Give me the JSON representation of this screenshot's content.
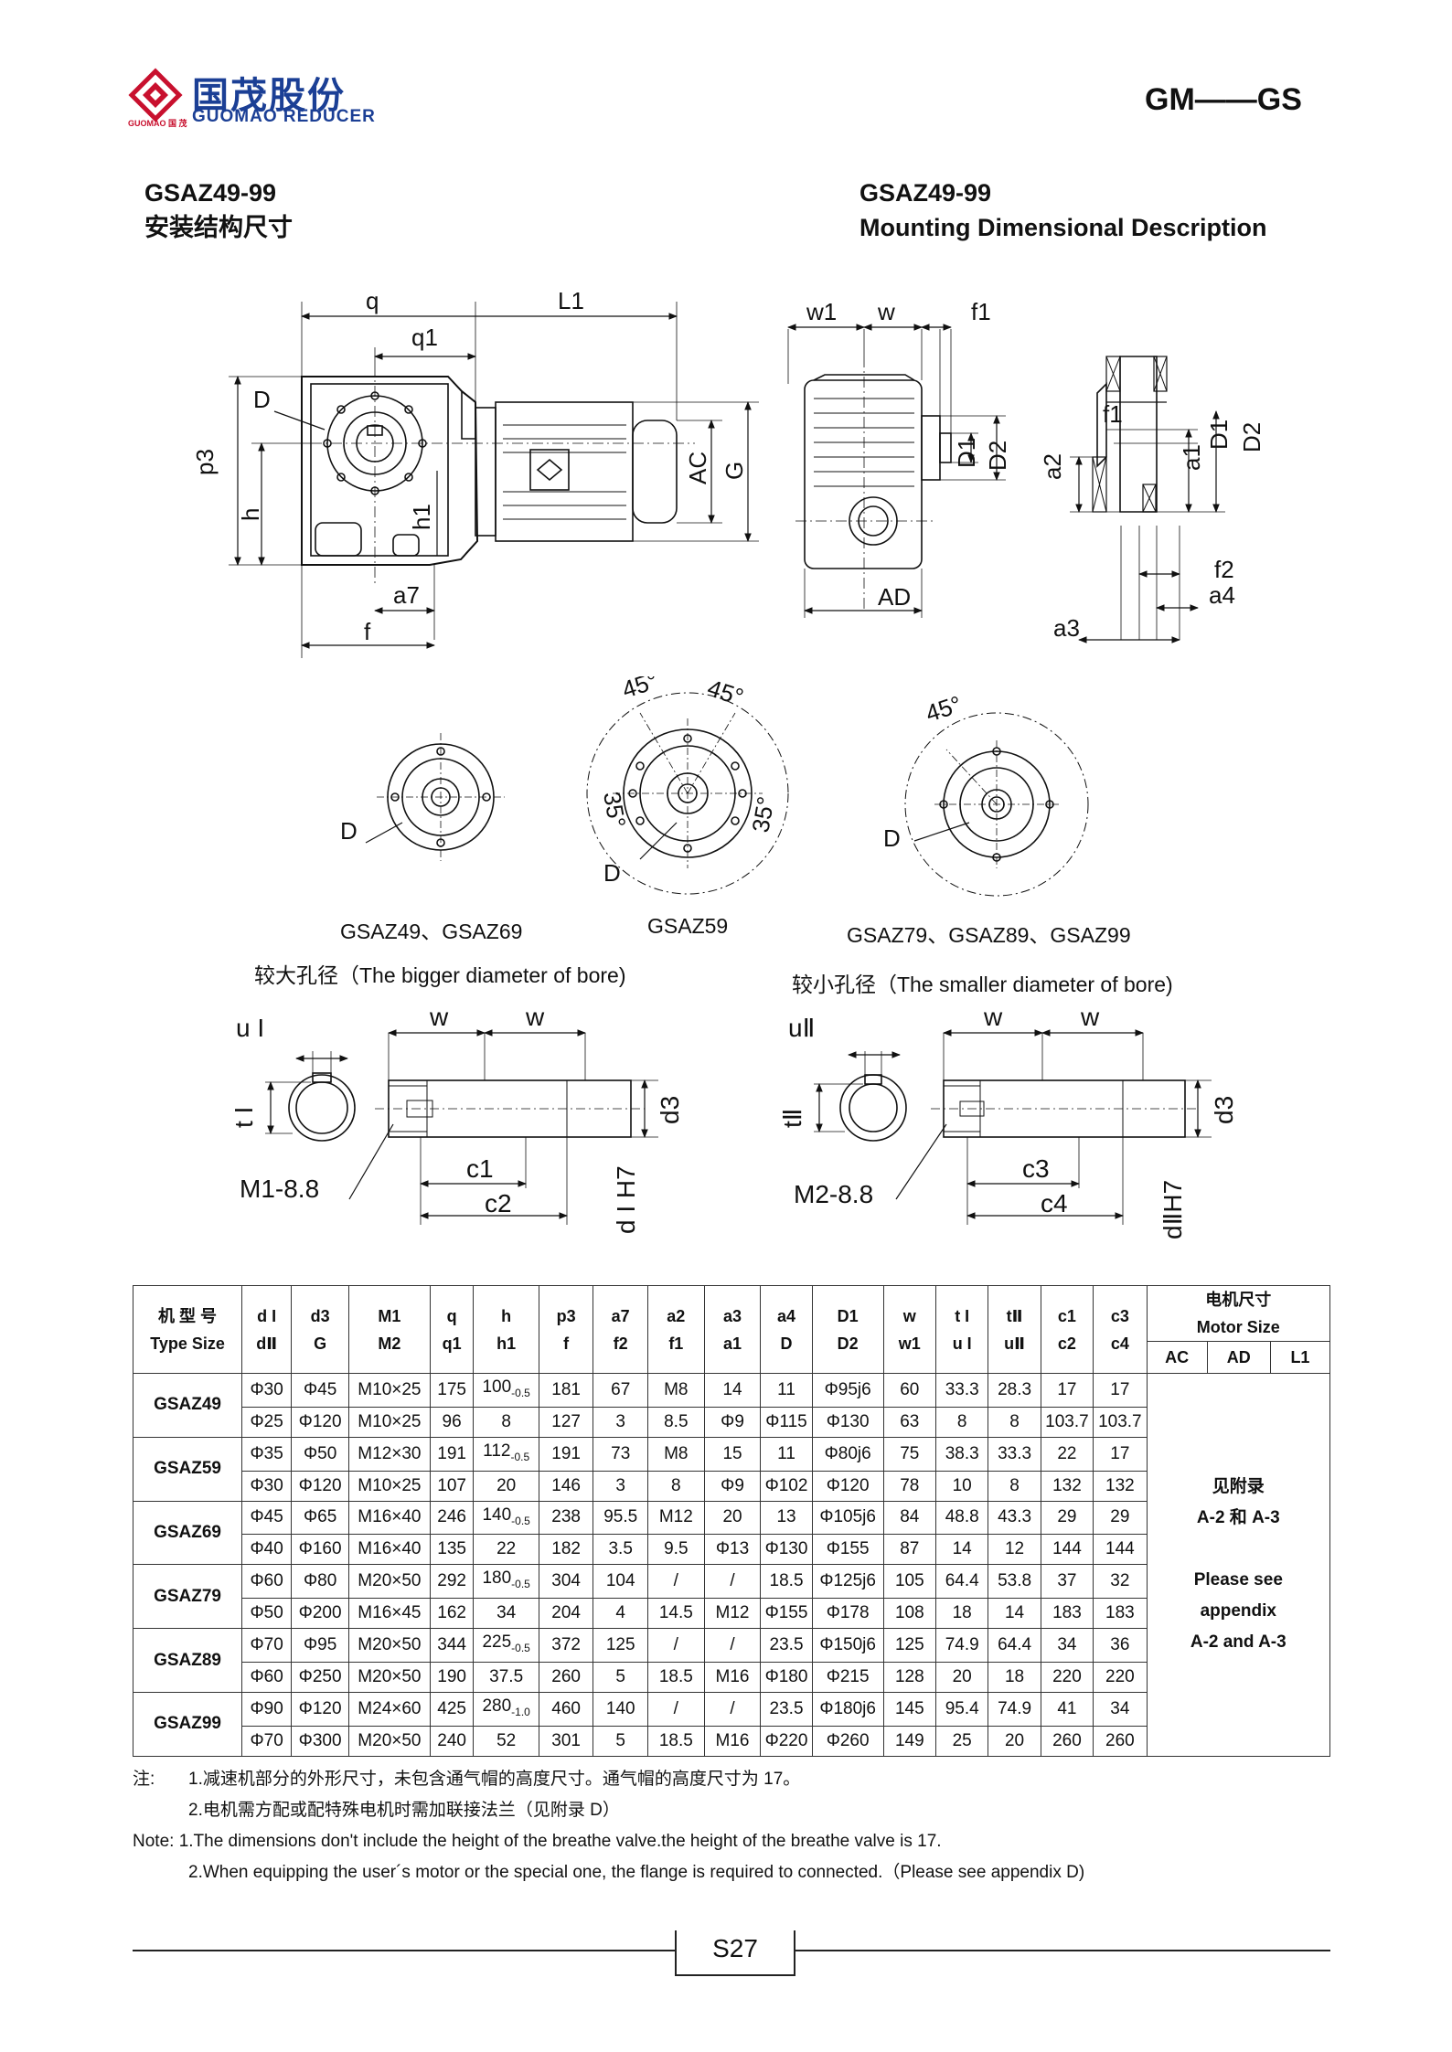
{
  "header": {
    "logo_cn": "国茂股份",
    "logo_en": "GUOMAO REDUCER",
    "logo_small": "GUOMAO",
    "logo_small_cn": "国 茂",
    "series": "GM——GS"
  },
  "title": {
    "cn_model": "GSAZ49-99",
    "cn_sub": "安装结构尺寸",
    "en_model": "GSAZ49-99",
    "en_sub": "Mounting Dimensional Description"
  },
  "drawing_labels": {
    "q": "q",
    "q1": "q1",
    "L1": "L1",
    "D": "D",
    "p3": "p3",
    "h": "h",
    "h1": "h1",
    "a7": "a7",
    "f": "f",
    "AC": "AC",
    "G": "G",
    "w1": "w1",
    "w": "w",
    "f1": "f1",
    "D1": "D1",
    "D2": "D2",
    "AD": "AD",
    "a2": "a2",
    "a1": "a1",
    "f2": "f2",
    "a4": "a4",
    "a3": "a3",
    "deg45": "45°",
    "deg35": "35°",
    "uI": "u I",
    "tI": "t I",
    "uII": "uⅡ",
    "tII": "tⅡ",
    "d3": "d3",
    "c1": "c1",
    "c2": "c2",
    "c3": "c3",
    "c4": "c4",
    "M1": "M1-8.8",
    "M2": "M2-8.8",
    "dI_H7": "d I H7",
    "dII_H7": "dⅡH7"
  },
  "flange_captions": {
    "left": "GSAZ49、GSAZ69",
    "middle": "GSAZ59",
    "right": "GSAZ79、GSAZ89、GSAZ99"
  },
  "bore_captions": {
    "bigger": "较大孔径（The bigger diameter of bore)",
    "smaller": "较小孔径（The smaller diameter of bore)"
  },
  "table": {
    "headers_top": [
      "机 型 号",
      "d I",
      "d3",
      "M1",
      "q",
      "h",
      "p3",
      "a7",
      "a2",
      "a3",
      "a4",
      "D1",
      "w",
      "t I",
      "tⅡ",
      "c1",
      "c3"
    ],
    "headers_bottom": [
      "Type Size",
      "dⅡ",
      "G",
      "M2",
      "q1",
      "h1",
      "f",
      "f2",
      "f1",
      "a1",
      "D",
      "D2",
      "w1",
      "u I",
      "uⅡ",
      "c2",
      "c4"
    ],
    "motor_header": "电机尺寸",
    "motor_header_en": "Motor Size",
    "motor_sub": [
      "AC",
      "AD",
      "L1"
    ],
    "motor_note": [
      "见附录",
      "A-2 和 A-3",
      "",
      "Please see",
      "appendix",
      "A-2 and A-3"
    ],
    "rows": [
      {
        "model": "GSAZ49",
        "top": [
          "Φ30",
          "Φ45",
          "M10×25",
          "175",
          "100-0.5",
          "181",
          "67",
          "M8",
          "14",
          "11",
          "Φ95j6",
          "60",
          "33.3",
          "28.3",
          "17",
          "17"
        ],
        "bottom": [
          "Φ25",
          "Φ120",
          "M10×25",
          "96",
          "8",
          "127",
          "3",
          "8.5",
          "Φ9",
          "Φ115",
          "Φ130",
          "63",
          "8",
          "8",
          "103.7",
          "103.7"
        ]
      },
      {
        "model": "GSAZ59",
        "top": [
          "Φ35",
          "Φ50",
          "M12×30",
          "191",
          "112-0.5",
          "191",
          "73",
          "M8",
          "15",
          "11",
          "Φ80j6",
          "75",
          "38.3",
          "33.3",
          "22",
          "17"
        ],
        "bottom": [
          "Φ30",
          "Φ120",
          "M10×25",
          "107",
          "20",
          "146",
          "3",
          "8",
          "Φ9",
          "Φ102",
          "Φ120",
          "78",
          "10",
          "8",
          "132",
          "132"
        ]
      },
      {
        "model": "GSAZ69",
        "top": [
          "Φ45",
          "Φ65",
          "M16×40",
          "246",
          "140-0.5",
          "238",
          "95.5",
          "M12",
          "20",
          "13",
          "Φ105j6",
          "84",
          "48.8",
          "43.3",
          "29",
          "29"
        ],
        "bottom": [
          "Φ40",
          "Φ160",
          "M16×40",
          "135",
          "22",
          "182",
          "3.5",
          "9.5",
          "Φ13",
          "Φ130",
          "Φ155",
          "87",
          "14",
          "12",
          "144",
          "144"
        ]
      },
      {
        "model": "GSAZ79",
        "top": [
          "Φ60",
          "Φ80",
          "M20×50",
          "292",
          "180-0.5",
          "304",
          "104",
          "/",
          "/",
          "18.5",
          "Φ125j6",
          "105",
          "64.4",
          "53.8",
          "37",
          "32"
        ],
        "bottom": [
          "Φ50",
          "Φ200",
          "M16×45",
          "162",
          "34",
          "204",
          "4",
          "14.5",
          "M12",
          "Φ155",
          "Φ178",
          "108",
          "18",
          "14",
          "183",
          "183"
        ]
      },
      {
        "model": "GSAZ89",
        "top": [
          "Φ70",
          "Φ95",
          "M20×50",
          "344",
          "225-0.5",
          "372",
          "125",
          "/",
          "/",
          "23.5",
          "Φ150j6",
          "125",
          "74.9",
          "64.4",
          "34",
          "36"
        ],
        "bottom": [
          "Φ60",
          "Φ250",
          "M20×50",
          "190",
          "37.5",
          "260",
          "5",
          "18.5",
          "M16",
          "Φ180",
          "Φ215",
          "128",
          "20",
          "18",
          "220",
          "220"
        ]
      },
      {
        "model": "GSAZ99",
        "top": [
          "Φ90",
          "Φ120",
          "M24×60",
          "425",
          "280-1.0",
          "460",
          "140",
          "/",
          "/",
          "23.5",
          "Φ180j6",
          "145",
          "95.4",
          "74.9",
          "41",
          "34"
        ],
        "bottom": [
          "Φ70",
          "Φ300",
          "M20×50",
          "240",
          "52",
          "301",
          "5",
          "18.5",
          "M16",
          "Φ220",
          "Φ260",
          "149",
          "25",
          "20",
          "260",
          "260"
        ]
      }
    ]
  },
  "notes": {
    "cn_label": "注:",
    "cn_1": "1.减速机部分的外形尺寸，未包含通气帽的高度尺寸。通气帽的高度尺寸为 17。",
    "cn_2": "2.电机需方配或配特殊电机时需加联接法兰（见附录 D）",
    "en_1": "Note: 1.The dimensions don't include the height of the breathe valve.the height of the breathe valve is 17.",
    "en_2": "2.When equipping the user´s motor or the special one, the flange is required to connected.（Please see appendix D)"
  },
  "page_number": "S27",
  "colors": {
    "brand_blue": "#1b3f95",
    "brand_red": "#c8102e"
  }
}
